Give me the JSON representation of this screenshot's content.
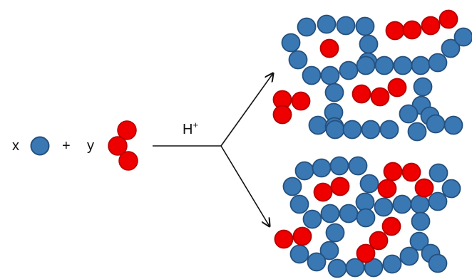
{
  "equation": {
    "coef_x": "x",
    "plus": "+",
    "coef_y": "y"
  },
  "condition": {
    "label": "H",
    "superscript": "+"
  },
  "colors": {
    "blue_fill": "#3a78b4",
    "blue_stroke": "#24507e",
    "red_fill": "#ee0000",
    "red_stroke": "#b40000",
    "arrow": "#111111"
  },
  "icons": {
    "monomer_x": "blue-sphere-icon",
    "monomer_y": "red-dimer-icon"
  }
}
